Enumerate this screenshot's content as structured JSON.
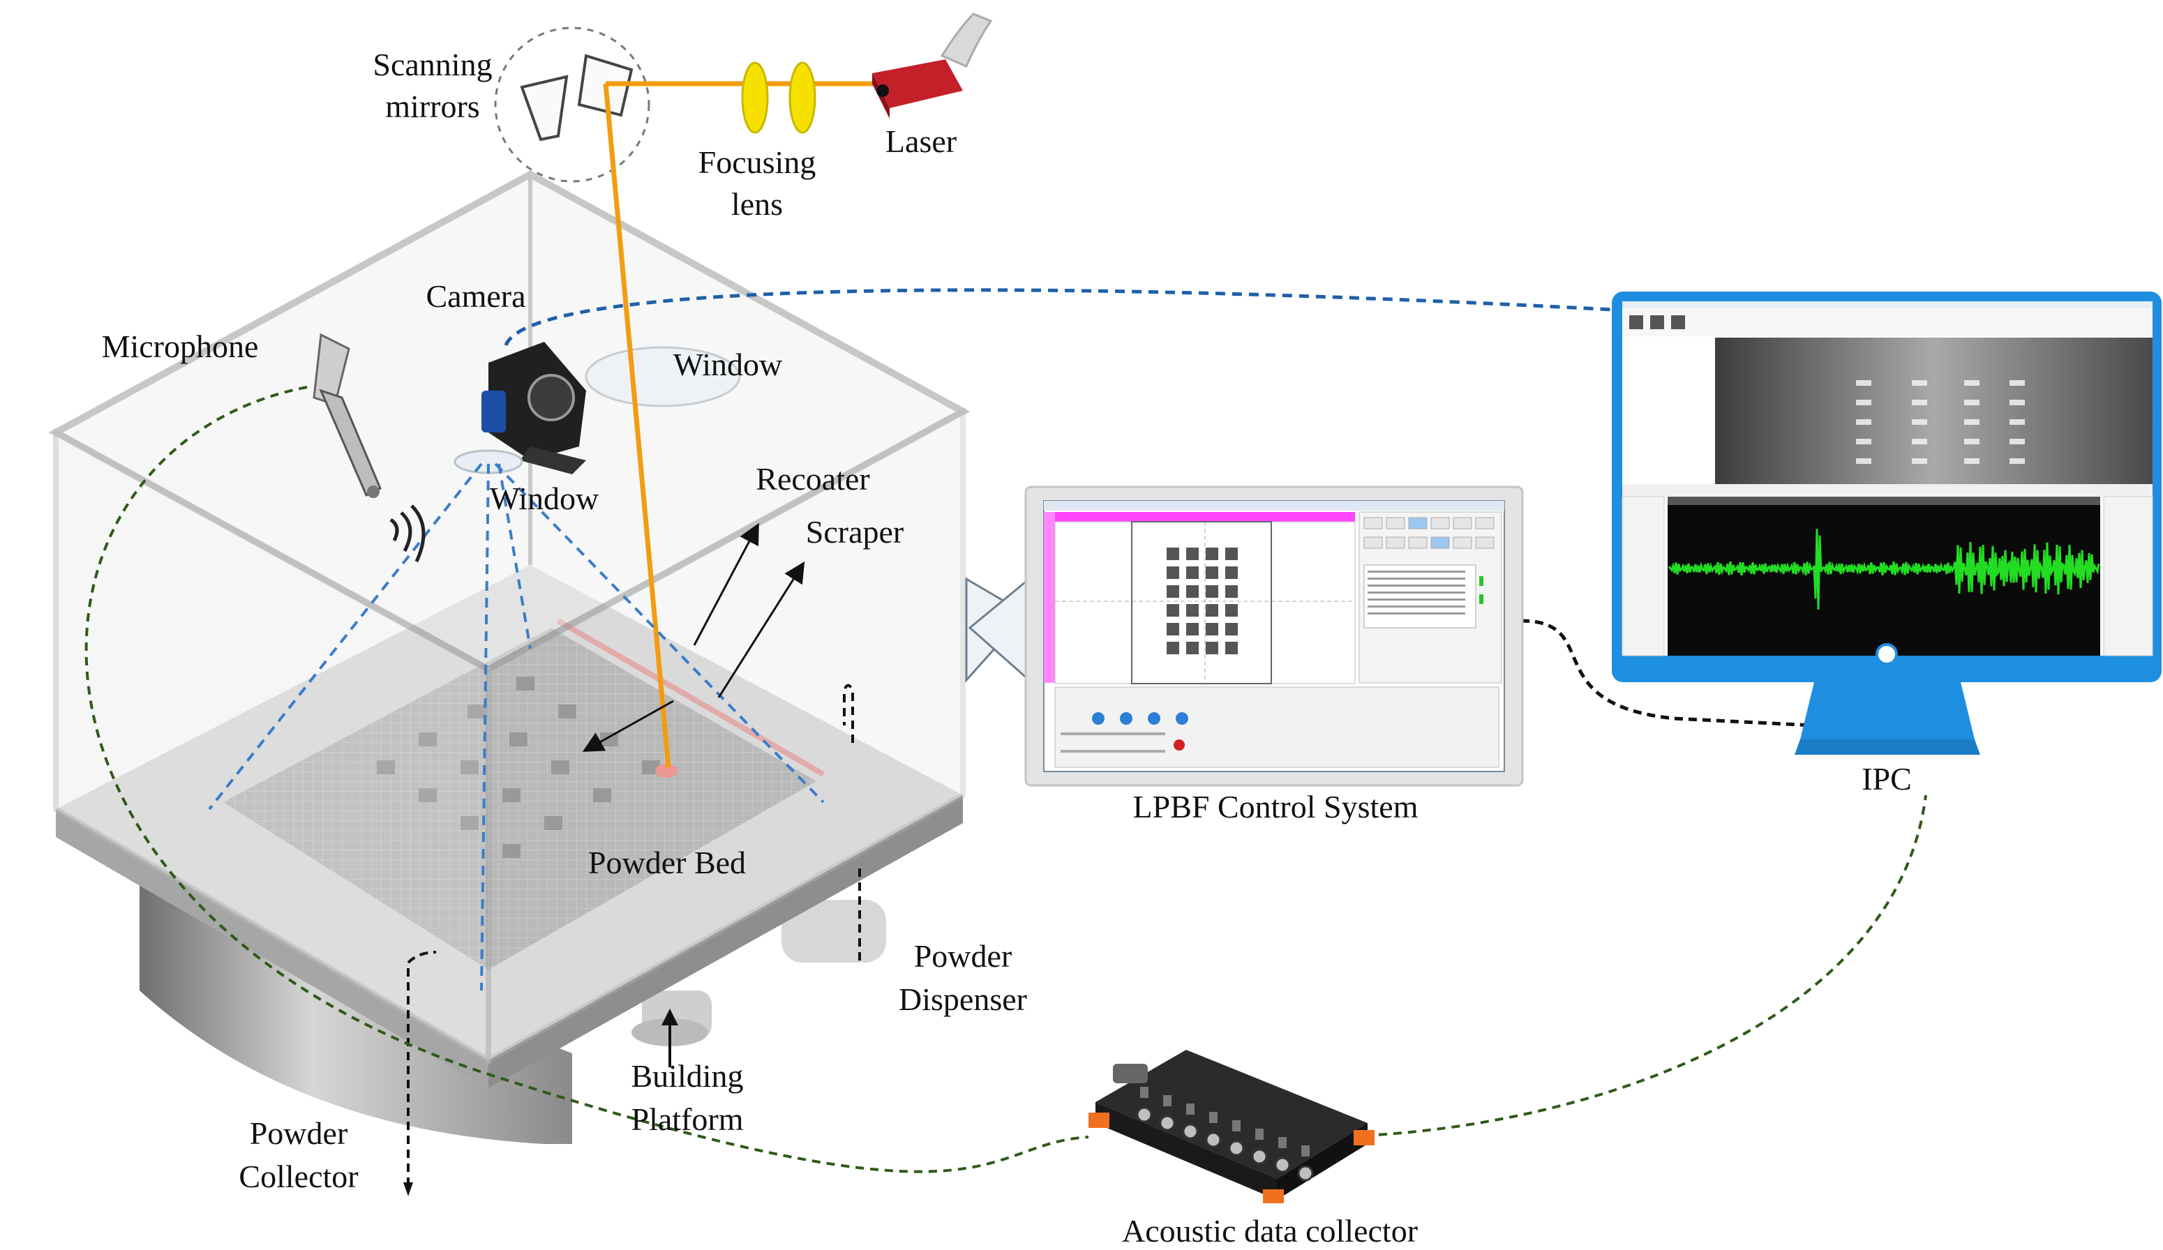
{
  "labels": {
    "scanning_mirrors": [
      "Scanning",
      "mirrors"
    ],
    "laser": "Laser",
    "focusing_lens": [
      "Focusing",
      "lens"
    ],
    "camera": "Camera",
    "microphone": "Microphone",
    "window_top": "Window",
    "window_camera": "Window",
    "recoater": "Recoater",
    "scraper": "Scraper",
    "powder_bed": "Powder Bed",
    "powder_dispenser": [
      "Powder",
      "Dispenser"
    ],
    "building_platform": [
      "Building",
      "Platform"
    ],
    "powder_collector": [
      "Powder",
      "Collector"
    ],
    "control_system": "LPBF Control System",
    "ipc": "IPC",
    "acoustic_collector": "Acoustic data collector"
  },
  "colors": {
    "laser_beam": "#f39c12",
    "lens": "#f5e000",
    "camera_fov": "#3a7dc9",
    "data_link_blue": "#1f5fa8",
    "acoustic_link": "#2f5a1a",
    "monitor_frame": "#1e8fe0",
    "waveform": "#22dd22",
    "toolbar_magenta": "#ff44ff",
    "laser_body": "#c4202a"
  },
  "icons": [
    "laser-icon",
    "camera-icon",
    "microphone-icon",
    "sound-wave-icon",
    "connector-icon",
    "acoustic-collector-icon",
    "monitor-icon",
    "laptop-icon"
  ]
}
